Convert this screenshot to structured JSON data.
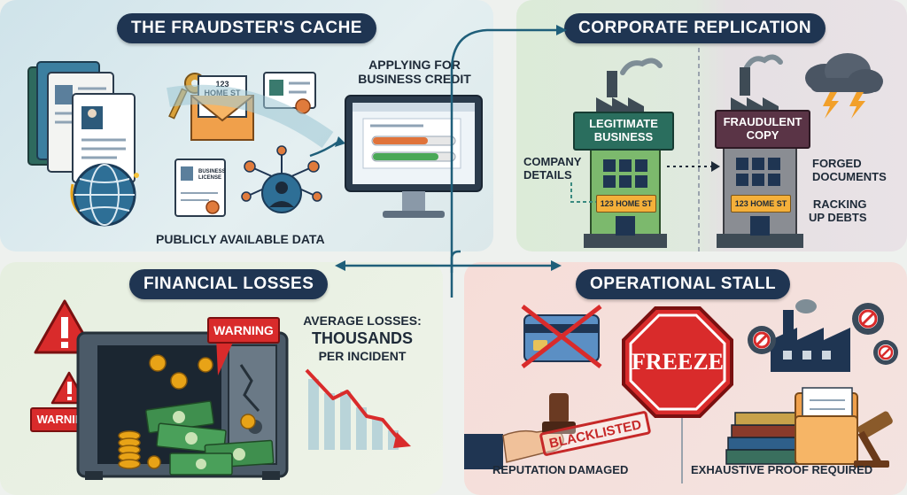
{
  "panels": {
    "fraudster_cache": {
      "title": "THE FRAUDSTER'S CACHE",
      "envelope_text": "123\nHOME ST",
      "license_text": "BUSINESS\nLICENSE",
      "applying_label": "APPLYING FOR\nBUSINESS CREDIT",
      "public_data_label": "PUBLICLY AVAILABLE DATA"
    },
    "corporate_replication": {
      "title": "CORPORATE REPLICATION",
      "legit_sign": "LEGITIMATE\nBUSINESS",
      "fraud_sign": "FRAUDULENT\nCOPY",
      "company_details": "COMPANY\nDETAILS",
      "address_plate_legit": "123 HOME ST",
      "address_plate_fraud": "123 HOME ST",
      "forged_documents": "FORGED\nDOCUMENTS",
      "racking_up_debts": "RACKING\nUP DEBTS"
    },
    "financial_losses": {
      "title": "FINANCIAL LOSSES",
      "warning_top": "WARNING",
      "warning_left": "WARNING",
      "avg_line1": "AVERAGE LOSSES:",
      "avg_line2": "THOUSANDS",
      "avg_line3": "PER INCIDENT"
    },
    "operational_stall": {
      "title": "OPERATIONAL STALL",
      "freeze_sign": "FREEZE",
      "blacklisted_stamp": "BLACKLISTED",
      "reputation_label": "REPUTATION DAMAGED",
      "proof_label": "EXHAUSTIVE PROOF REQUIRED"
    }
  },
  "colors": {
    "title_pill": "#1f3552",
    "warning_red": "#d92b2b",
    "arrow_blue": "#1f5f7a",
    "money_green": "#3f8f4e",
    "gold": "#e8a317"
  }
}
